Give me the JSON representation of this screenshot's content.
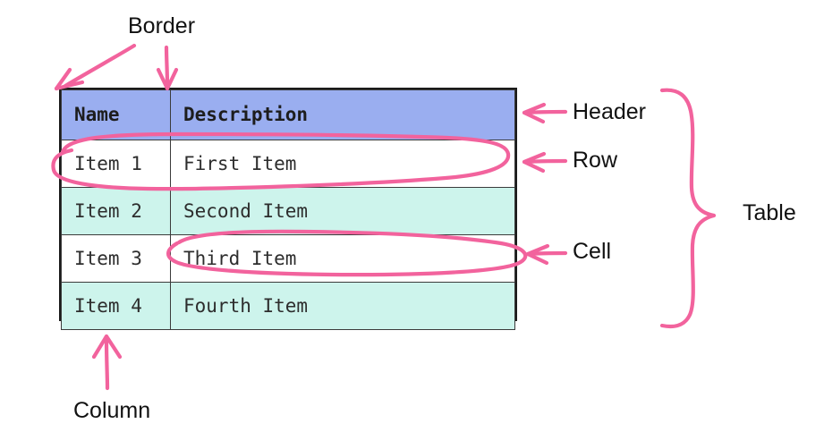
{
  "diagram": {
    "title": "HTML table anatomy annotated diagram",
    "background_color": "#ffffff",
    "ink_color": "#f2639d",
    "header_fill": "#9aaef0",
    "stripe_fill": "#cdf4ec",
    "cell_fill": "#ffffff",
    "border_color": "#1b1b1b",
    "text_color": "#2d2d2d"
  },
  "table": {
    "columns": [
      {
        "key": "name",
        "header": "Name"
      },
      {
        "key": "description",
        "header": "Description"
      }
    ],
    "rows": [
      {
        "name": "Item 1",
        "description": "First Item"
      },
      {
        "name": "Item 2",
        "description": "Second Item"
      },
      {
        "name": "Item 3",
        "description": "Third Item"
      },
      {
        "name": "Item 4",
        "description": "Fourth Item"
      }
    ]
  },
  "annotations": {
    "border": {
      "label": "Border",
      "marker": "two-arrows",
      "points_to": "outer-border-and-column-divider"
    },
    "header": {
      "label": "Header",
      "marker": "left-arrow",
      "points_to": "header-row"
    },
    "row": {
      "label": "Row",
      "marker": "ellipse-and-left-arrow",
      "points_to": "first-data-row"
    },
    "cell": {
      "label": "Cell",
      "marker": "ellipse-and-left-arrow",
      "points_to": "row3-description-cell"
    },
    "table": {
      "label": "Table",
      "marker": "curly-brace",
      "points_to": "whole-table"
    },
    "column": {
      "label": "Column",
      "marker": "up-arrow",
      "points_to": "name-column"
    }
  }
}
